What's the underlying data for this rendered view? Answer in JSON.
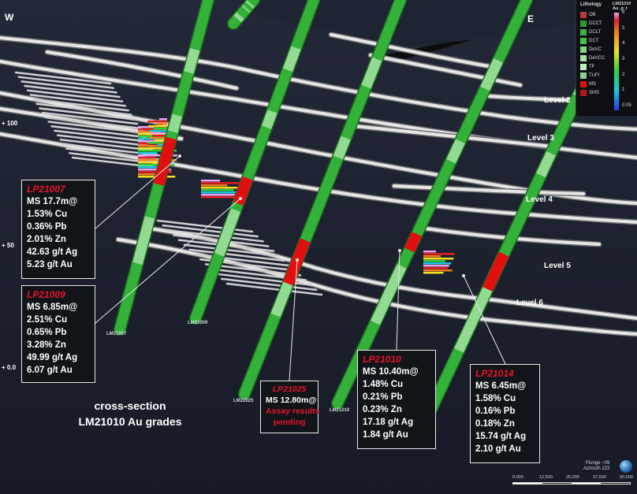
{
  "compass": {
    "west": "W",
    "east": "E"
  },
  "elevation_ticks": [
    "+ 100",
    "+ 50",
    "+ 0.0"
  ],
  "levels": [
    "Level 2",
    "Level 3",
    "Level 4",
    "Level 5",
    "Level 6"
  ],
  "hole_labels": [
    "LM21007",
    "LM21009",
    "LM22025",
    "LM21010"
  ],
  "callouts": [
    {
      "id": "LP21007",
      "lines": [
        "MS 17.7m@",
        "1.53% Cu",
        "0.36% Pb",
        "2.01% Zn",
        "42.63 g/t Ag",
        "5.23 g/t Au"
      ]
    },
    {
      "id": "LP21009",
      "lines": [
        "MS 6.85m@",
        "2.51% Cu",
        "0.65% Pb",
        "3.28% Zn",
        "49.99 g/t Ag",
        "6.07 g/t Au"
      ]
    },
    {
      "id": "LP21025",
      "lines": [
        "MS 12.80m@"
      ],
      "pending": [
        "Assay results",
        "pending"
      ]
    },
    {
      "id": "LP21010",
      "lines": [
        "MS 10.40m@",
        "1.48% Cu",
        "0.21% Pb",
        "0.23% Zn",
        "17.18 g/t Ag",
        "1.84 g/t Au"
      ]
    },
    {
      "id": "LP21014",
      "lines": [
        "MS 6.45m@",
        "1.58% Cu",
        "0.16% Pb",
        "0.18% Zn",
        "15.74 g/t Ag",
        "2.10 g/t Au"
      ]
    }
  ],
  "section_title": [
    "cross-section",
    "LM21010 Au grades"
  ],
  "legend": {
    "lithology_title": "Lithology",
    "grade_title": [
      "LM21010",
      "Au_g_t"
    ],
    "lithology": [
      {
        "code": "OB",
        "color": "#b33a3a"
      },
      {
        "code": "DCCT",
        "color": "#2e9b32"
      },
      {
        "code": "DCLT",
        "color": "#3cb043"
      },
      {
        "code": "DCT",
        "color": "#44c24c"
      },
      {
        "code": "DeVC",
        "color": "#7fd47f"
      },
      {
        "code": "DeVCC",
        "color": "#a5e0a5"
      },
      {
        "code": "TF",
        "color": "#c0ecc0"
      },
      {
        "code": "TUFI",
        "color": "#8fd08f"
      },
      {
        "code": "MS",
        "color": "#e01010"
      },
      {
        "code": "SMS",
        "color": "#b01818"
      }
    ],
    "scale_ticks": [
      "6",
      "5",
      "4",
      "3",
      "2",
      "1",
      "0.05"
    ]
  },
  "view": {
    "plunge": "Plunge ~09",
    "azimuth": "Azimuth 223"
  },
  "scale_bar": [
    "0.000",
    "12,500",
    "25,000",
    "37,500",
    "50,000"
  ],
  "colors": {
    "ms_red": "#e01010",
    "green_dark": "#2aa12e",
    "green_light": "#8fd88f",
    "callout_red": "#e8132a"
  }
}
